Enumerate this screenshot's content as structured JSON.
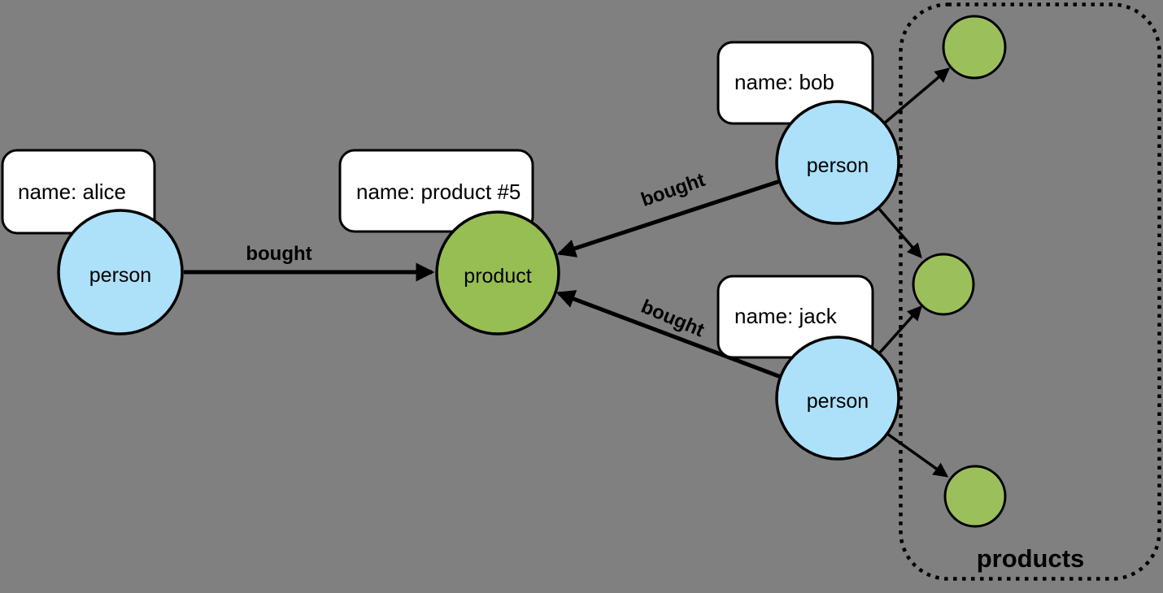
{
  "colors": {
    "background": "#808080",
    "person_fill": "#ADE0F9",
    "product_fill": "#96BE53",
    "small_product_fill": "#9BC05B",
    "property_box_fill": "#FFFFFF",
    "outline": "#000000",
    "text": "#000000"
  },
  "nodes": {
    "alice": {
      "label": "person",
      "property": "name: alice"
    },
    "bob": {
      "label": "person",
      "property": "name: bob"
    },
    "jack": {
      "label": "person",
      "property": "name: jack"
    },
    "product5": {
      "label": "product",
      "property": "name: product #5"
    }
  },
  "edges": {
    "alice_bought": {
      "label": "bought"
    },
    "bob_bought": {
      "label": "bought"
    },
    "jack_bought": {
      "label": "bought"
    }
  },
  "group": {
    "label": "products",
    "small_node_count": 3
  }
}
